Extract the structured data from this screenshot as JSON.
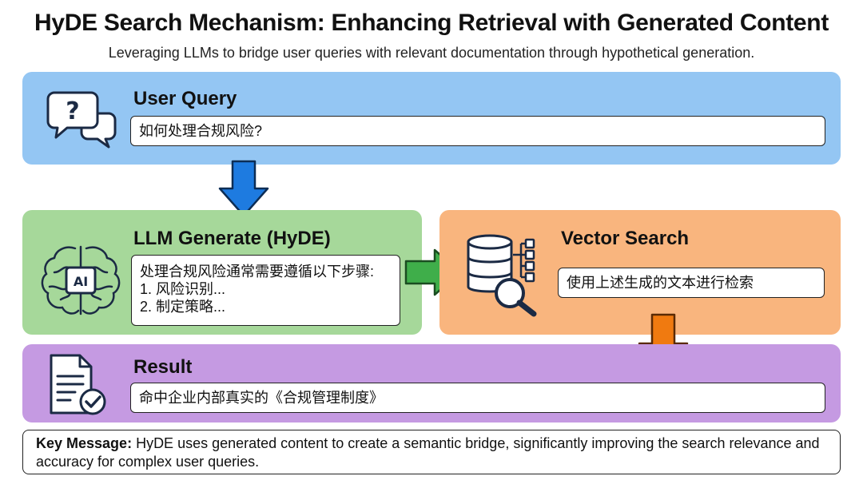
{
  "title": "HyDE Search Mechanism: Enhancing Retrieval with Generated Content",
  "subtitle": "Leveraging LLMs to bridge user queries with relevant documentation through hypothetical generation.",
  "colors": {
    "query_panel": "#94c6f3",
    "llm_panel": "#a6d89a",
    "vector_panel": "#f9b57e",
    "result_panel": "#c59ae2",
    "arrow_blue": "#1e7be0",
    "arrow_green": "#3fae4a",
    "arrow_orange": "#f07a10"
  },
  "query": {
    "heading": "User Query",
    "text": "如何处理合规风险?",
    "icon": "question-speech-bubbles-icon"
  },
  "llm": {
    "heading": "LLM Generate (HyDE)",
    "lines": [
      "处理合规风险通常需要遵循以下步骤:",
      "1.   风险识别...",
      "2.   制定策略..."
    ],
    "icon": "ai-brain-chip-icon",
    "icon_label": "AI"
  },
  "vector": {
    "heading": "Vector Search",
    "text": "使用上述生成的文本进行检索",
    "icon": "database-search-icon"
  },
  "result": {
    "heading": "Result",
    "text": "命中企业内部真实的《合规管理制度》",
    "icon": "document-checkmark-icon"
  },
  "key_message": {
    "label": "Key Message:",
    "text": " HyDE uses generated content to create a semantic bridge, significantly improving the search relevance and accuracy for complex user queries."
  }
}
